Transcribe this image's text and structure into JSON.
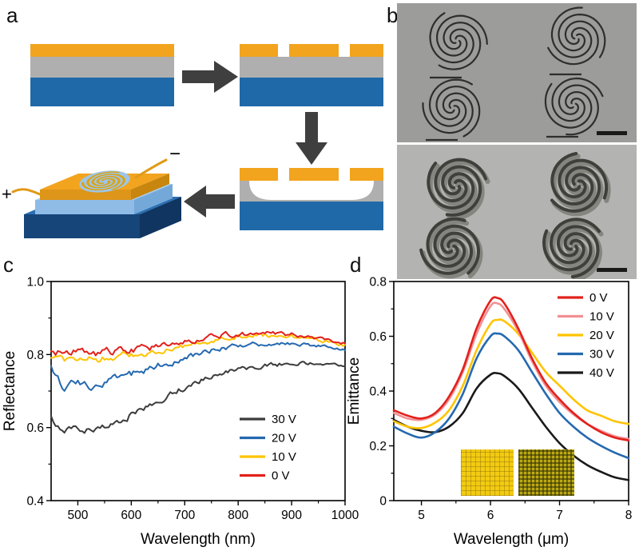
{
  "panels": {
    "a": "a",
    "b": "b",
    "c": "c",
    "d": "d"
  },
  "diagram": {
    "plus": "+",
    "minus": "−",
    "colors": {
      "orange": "#F2A41F",
      "gray": "#AFAFAF",
      "blue": "#2069A8",
      "arrow": "#3F3F3F"
    }
  },
  "chart_data": [
    {
      "panel": "c",
      "type": "line",
      "title": "",
      "xlabel": "Wavelength (nm)",
      "ylabel": "Reflectance",
      "xlim": [
        450,
        1000
      ],
      "ylim": [
        0.4,
        1.0
      ],
      "xticks": [
        500,
        600,
        700,
        800,
        900,
        1000
      ],
      "xtick_labels": [
        "500",
        "600",
        "700",
        "800",
        "900",
        "1000"
      ],
      "xminor": [
        550,
        650,
        750,
        850,
        950
      ],
      "yticks": [
        0.4,
        0.6,
        0.8,
        1.0
      ],
      "ytick_labels": [
        "0.4",
        "0.6",
        "0.8",
        "1.0"
      ],
      "yminor": [
        0.5,
        0.7,
        0.9
      ],
      "grid": false,
      "noise": 0.006,
      "legend_position": "bottom-right",
      "x": [
        450,
        475,
        500,
        525,
        550,
        600,
        650,
        700,
        750,
        800,
        850,
        900,
        950,
        1000
      ],
      "series": [
        {
          "name": "30 V",
          "color": "#3C3C3C",
          "values": [
            0.625,
            0.585,
            0.595,
            0.6,
            0.605,
            0.635,
            0.67,
            0.71,
            0.74,
            0.76,
            0.77,
            0.775,
            0.775,
            0.77
          ]
        },
        {
          "name": "20 V",
          "color": "#2569B0",
          "values": [
            0.76,
            0.7,
            0.73,
            0.712,
            0.722,
            0.745,
            0.77,
            0.79,
            0.81,
            0.825,
            0.83,
            0.83,
            0.825,
            0.815
          ]
        },
        {
          "name": "10 V",
          "color": "#FFC400",
          "values": [
            0.8,
            0.778,
            0.792,
            0.785,
            0.79,
            0.8,
            0.81,
            0.825,
            0.84,
            0.85,
            0.855,
            0.85,
            0.84,
            0.825
          ]
        },
        {
          "name": "0 V",
          "color": "#E2211C",
          "values": [
            0.815,
            0.8,
            0.81,
            0.802,
            0.806,
            0.812,
            0.822,
            0.836,
            0.85,
            0.856,
            0.86,
            0.855,
            0.845,
            0.83
          ]
        }
      ]
    },
    {
      "panel": "d",
      "type": "line",
      "title": "",
      "xlabel": "Wavelength (μm)",
      "ylabel": "Emittance",
      "xlim": [
        4.6,
        8.0
      ],
      "ylim": [
        0,
        0.8
      ],
      "xticks": [
        5,
        6,
        7,
        8
      ],
      "xtick_labels": [
        "5",
        "6",
        "7",
        "8"
      ],
      "xminor": [
        5.5,
        6.5,
        7.5
      ],
      "yticks": [
        0,
        0.2,
        0.4,
        0.6,
        0.8
      ],
      "ytick_labels": [
        "0",
        "0.2",
        "0.4",
        "0.6",
        "0.8"
      ],
      "yminor": [
        0.1,
        0.3,
        0.5,
        0.7
      ],
      "grid": false,
      "smooth": true,
      "draw_order": "reverse",
      "legend_position": "top-right",
      "x": [
        4.6,
        4.8,
        5.0,
        5.2,
        5.4,
        5.6,
        5.8,
        6.0,
        6.1,
        6.2,
        6.4,
        6.6,
        6.8,
        7.0,
        7.2,
        7.4,
        7.6,
        7.8,
        8.0
      ],
      "series": [
        {
          "name": "0 V",
          "color": "#E2211C",
          "values": [
            0.33,
            0.31,
            0.3,
            0.32,
            0.38,
            0.48,
            0.63,
            0.73,
            0.74,
            0.72,
            0.63,
            0.52,
            0.43,
            0.37,
            0.32,
            0.28,
            0.25,
            0.23,
            0.22
          ]
        },
        {
          "name": "10 V",
          "color": "#F29093",
          "values": [
            0.32,
            0.3,
            0.295,
            0.315,
            0.37,
            0.47,
            0.61,
            0.71,
            0.72,
            0.7,
            0.62,
            0.51,
            0.42,
            0.36,
            0.315,
            0.28,
            0.255,
            0.235,
            0.225
          ]
        },
        {
          "name": "20 V",
          "color": "#FFC400",
          "values": [
            0.29,
            0.27,
            0.265,
            0.285,
            0.33,
            0.42,
            0.55,
            0.645,
            0.66,
            0.655,
            0.61,
            0.54,
            0.47,
            0.42,
            0.37,
            0.33,
            0.31,
            0.29,
            0.28
          ]
        },
        {
          "name": "30 V",
          "color": "#2569B0",
          "values": [
            0.27,
            0.245,
            0.23,
            0.25,
            0.3,
            0.39,
            0.52,
            0.6,
            0.61,
            0.6,
            0.55,
            0.47,
            0.39,
            0.32,
            0.27,
            0.23,
            0.2,
            0.175,
            0.155
          ]
        },
        {
          "name": "40 V",
          "color": "#1A1A1A",
          "values": [
            0.295,
            0.27,
            0.255,
            0.25,
            0.27,
            0.32,
            0.41,
            0.46,
            0.465,
            0.455,
            0.41,
            0.34,
            0.27,
            0.21,
            0.165,
            0.13,
            0.105,
            0.085,
            0.075
          ]
        }
      ]
    }
  ]
}
